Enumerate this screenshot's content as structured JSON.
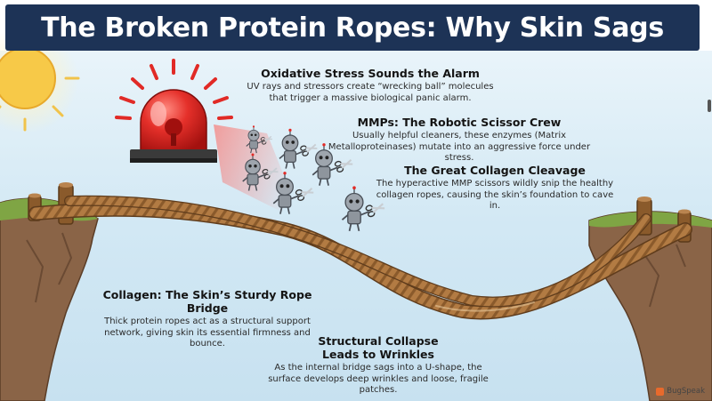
{
  "title": "The Broken Protein Ropes: Why Skin Sags",
  "sections": {
    "alarm": {
      "heading": "Oxidative Stress Sounds the Alarm",
      "body": "UV rays and stressors create “wrecking ball” molecules that trigger a massive biological panic alarm."
    },
    "mmps": {
      "heading": "MMPs: The Robotic Scissor Crew",
      "body": "Usually helpful cleaners, these enzymes (Matrix Metalloproteinases) mutate into an aggressive force under stress."
    },
    "cleavage": {
      "heading": "The Great Collagen Cleavage",
      "body": "The hyperactive MMP scissors wildly snip the healthy collagen ropes, causing the skin’s foundation to cave in."
    },
    "collagen": {
      "heading": "Collagen: The Skin’s Sturdy Rope Bridge",
      "body": "Thick protein ropes act as a structural support network, giving skin its essential firmness and bounce."
    },
    "collapse": {
      "heading": "Structural Collapse Leads to Wrinkles",
      "body": "As the internal bridge sags into a U-shape, the surface develops deep wrinkles and loose, fragile patches."
    }
  },
  "watermark": "BugSpeak",
  "colors": {
    "banner": "#1d3356",
    "sky": "#cfe6f3",
    "alarm_red": "#e12a26",
    "rope": "#b27b43",
    "cliff": "#8a6447",
    "grass": "#7fa544",
    "robot": "#9ea5ad"
  },
  "icons": [
    "sun-icon",
    "alarm-siren-icon",
    "robot-scissor-icon",
    "rope-bridge-icon",
    "cliff-icon"
  ]
}
